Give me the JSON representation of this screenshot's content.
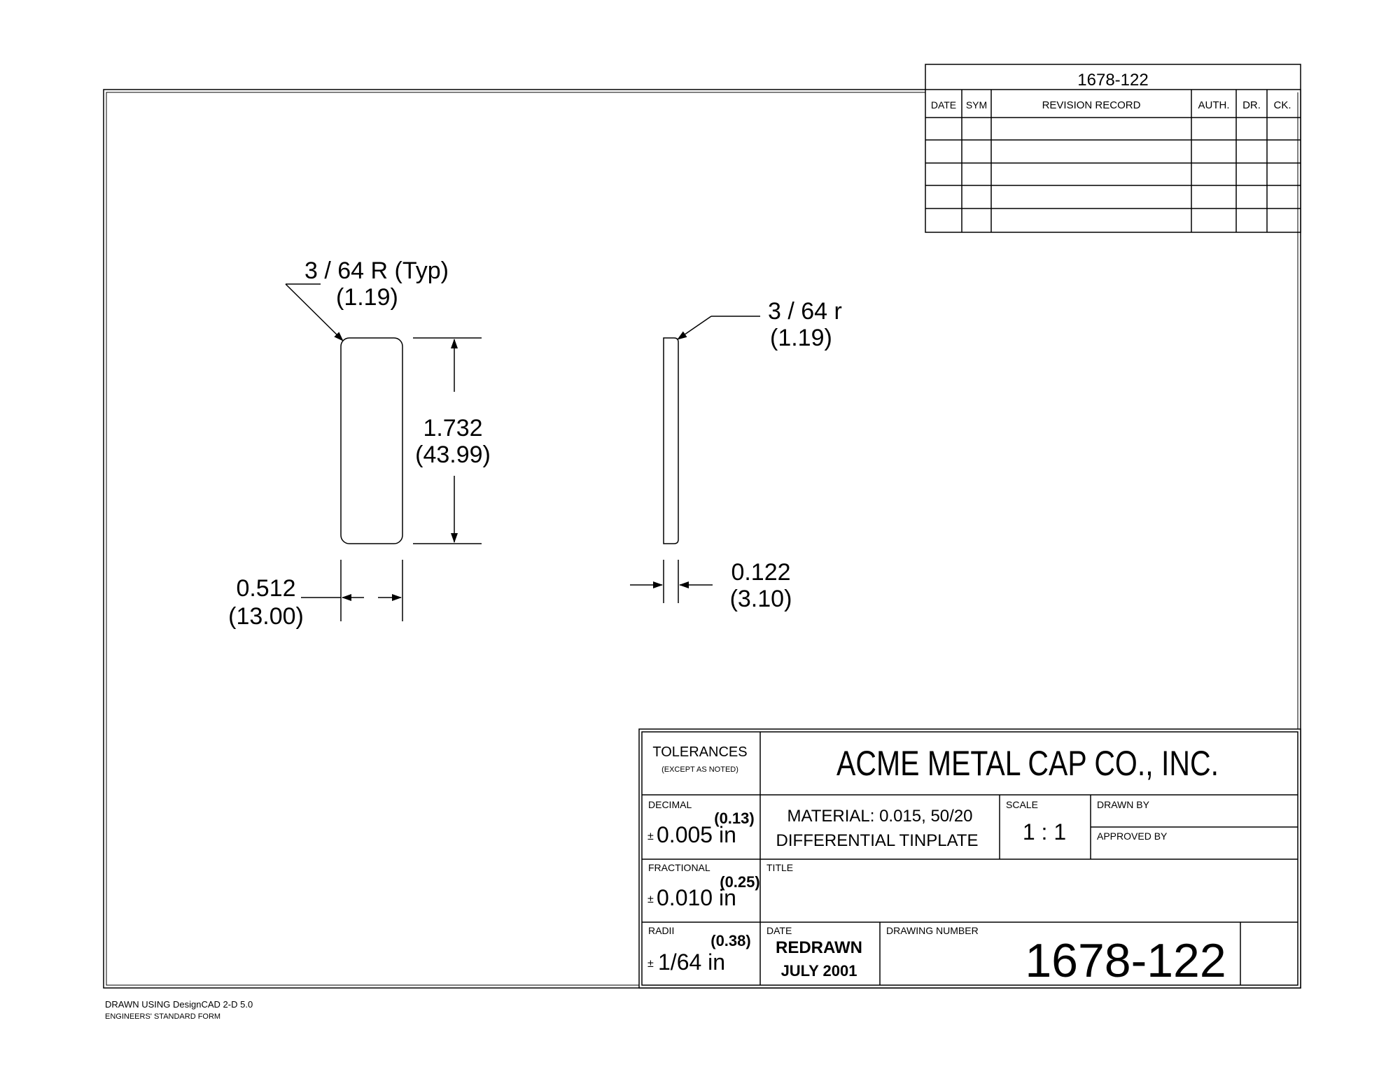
{
  "revision_block": {
    "drawing_number": "1678-122",
    "headers": [
      "DATE",
      "SYM",
      "REVISION RECORD",
      "AUTH.",
      "DR.",
      "CK."
    ]
  },
  "front_view": {
    "corner_radius_label": "3 / 64 R (Typ)",
    "corner_radius_metric": "(1.19)",
    "height_label": "1.732",
    "height_metric": "(43.99)",
    "width_label": "0.512",
    "width_metric": "(13.00)"
  },
  "side_view": {
    "radius_label": "3 / 64 r",
    "radius_metric": "(1.19)",
    "thickness_label": "0.122",
    "thickness_metric": "(3.10)"
  },
  "title_block": {
    "tolerances_label": "TOLERANCES",
    "tolerances_note": "(EXCEPT AS NOTED)",
    "company": "ACME METAL CAP CO., INC.",
    "decimal_label": "DECIMAL",
    "decimal_metric": "(0.13)",
    "decimal_value": "0.005 in",
    "fractional_label": "FRACTIONAL",
    "fractional_metric": "(0.25)",
    "fractional_value": "0.010 in",
    "radii_label": "RADII",
    "radii_metric": "(0.38)",
    "radii_value": "1/64 in",
    "material_line1": "MATERIAL: 0.015, 50/20",
    "material_line2": "DIFFERENTIAL TINPLATE",
    "scale_label": "SCALE",
    "scale_value": "1 : 1",
    "drawn_by_label": "DRAWN BY",
    "approved_by_label": "APPROVED BY",
    "title_label": "TITLE",
    "date_label": "DATE",
    "date_line1": "REDRAWN",
    "date_line2": "JULY 2001",
    "drawing_number_label": "DRAWING NUMBER",
    "drawing_number": "1678-122"
  },
  "footer": {
    "line1": "DRAWN USING DesignCAD 2-D 5.0",
    "line2": "ENGINEERS' STANDARD FORM"
  }
}
